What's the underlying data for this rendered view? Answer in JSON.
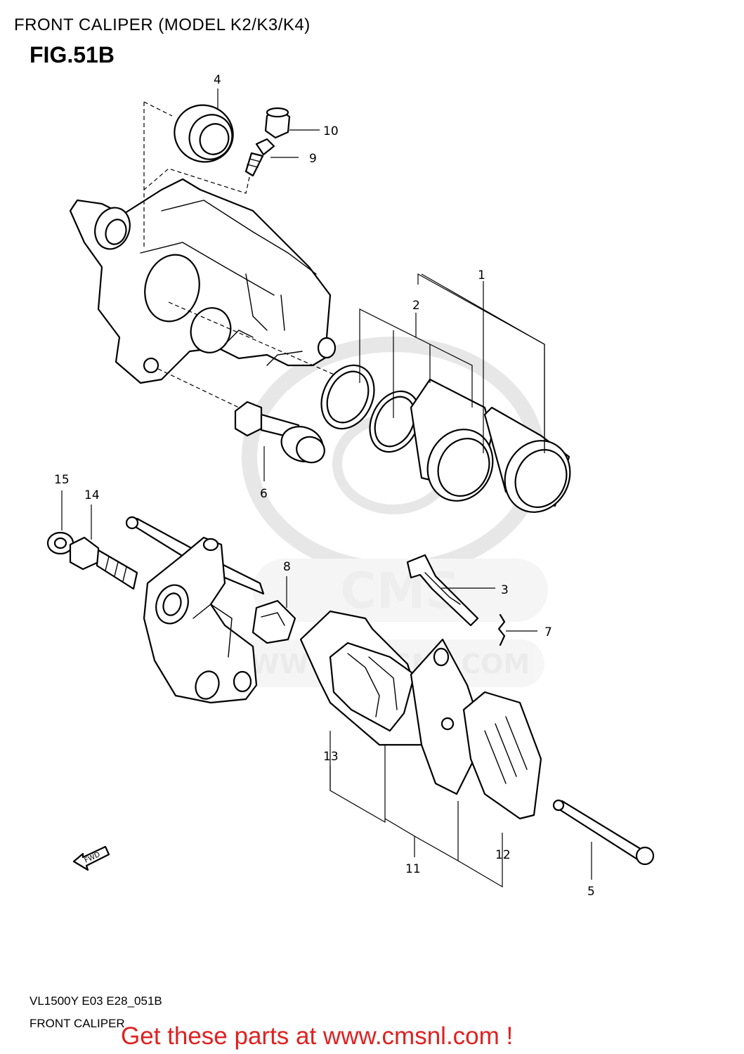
{
  "header": {
    "title": "FRONT CALIPER (MODEL K2/K3/K4)",
    "figure": "FIG.51B"
  },
  "watermark": {
    "text": "WWW.CMSNL.COM"
  },
  "callouts": [
    "1",
    "2",
    "3",
    "4",
    "5",
    "6",
    "7",
    "8",
    "9",
    "10",
    "11",
    "12",
    "13",
    "14",
    "15"
  ],
  "fwd_label": "FWD",
  "footer": {
    "code": "VL1500Y E03 E28_051B",
    "title": "FRONT CALIPER",
    "promo": "Get these parts at www.cmsnl.com !"
  },
  "colors": {
    "ink": "#000000",
    "promo": "#e02020",
    "watermark": "#dddddd"
  }
}
